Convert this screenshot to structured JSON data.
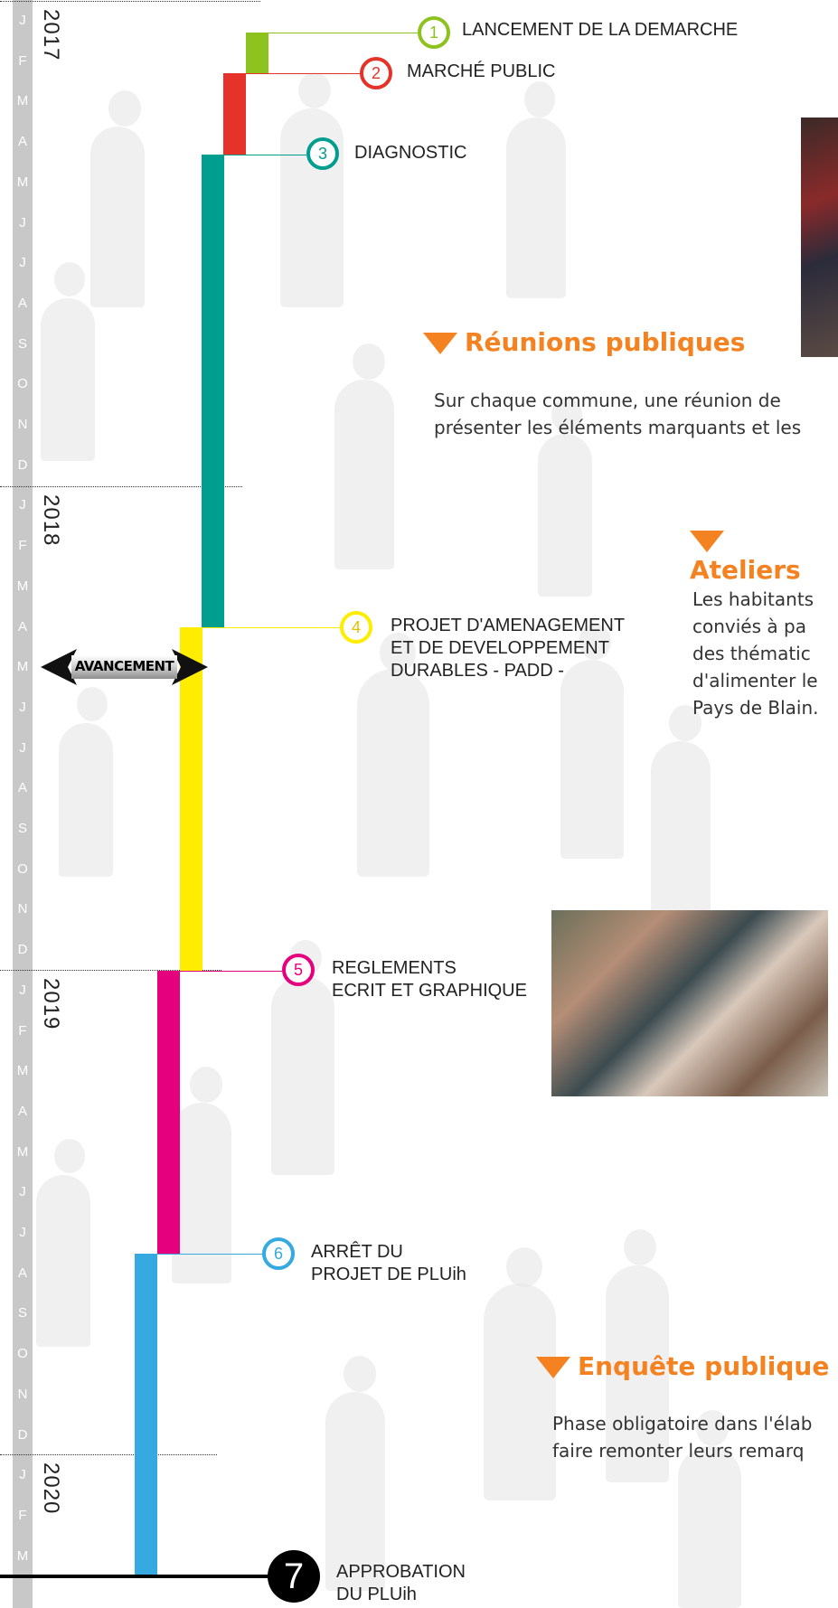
{
  "years": [
    "2017",
    "2018",
    "2019",
    "2020"
  ],
  "months": [
    "J",
    "F",
    "M",
    "A",
    "M",
    "J",
    "J",
    "A",
    "S",
    "O",
    "N",
    "D",
    "J",
    "F",
    "M",
    "A",
    "M",
    "J",
    "J",
    "A",
    "S",
    "O",
    "N",
    "D",
    "J",
    "F",
    "M",
    "A",
    "M",
    "J",
    "J",
    "A",
    "S",
    "O",
    "N",
    "D",
    "J",
    "F",
    "M"
  ],
  "progress_marker": {
    "label": "AVANCEMENT"
  },
  "steps": [
    {
      "number": "1",
      "label": "LANCEMENT DE LA DEMARCHE",
      "color": "#8dc21f"
    },
    {
      "number": "2",
      "label": "MARCHÉ PUBLIC",
      "color": "#e6332a"
    },
    {
      "number": "3",
      "label": "DIAGNOSTIC",
      "color": "#009e8f"
    },
    {
      "number": "4",
      "label_lines": [
        "PROJET D'AMENAGEMENT",
        "ET DE DEVELOPPEMENT",
        "DURABLES - PADD -"
      ],
      "color": "#ffed00"
    },
    {
      "number": "5",
      "label_lines": [
        "REGLEMENTS",
        "ECRIT ET GRAPHIQUE"
      ],
      "color": "#e5007d"
    },
    {
      "number": "6",
      "label_lines": [
        "ARRÊT DU",
        "PROJET DE PLUih"
      ],
      "color": "#36a9e1"
    },
    {
      "number": "7",
      "label_lines": [
        "APPROBATION",
        "DU PLUih"
      ],
      "color": "#000000"
    }
  ],
  "sections": [
    {
      "title": "Réunions publiques",
      "text_lines": [
        "Sur chaque commune, une réunion de",
        "présenter les éléments marquants et les"
      ]
    },
    {
      "title": "Ateliers",
      "text_lines": [
        "Les habitants",
        "conviés à pa",
        "des thématic",
        "d'alimenter le",
        "Pays de Blain."
      ]
    },
    {
      "title": "Enquête publique",
      "text_lines": [
        "Phase obligatoire dans l'élab",
        "faire remonter leurs remarq"
      ]
    }
  ],
  "colors": {
    "accent": "#f58220"
  }
}
